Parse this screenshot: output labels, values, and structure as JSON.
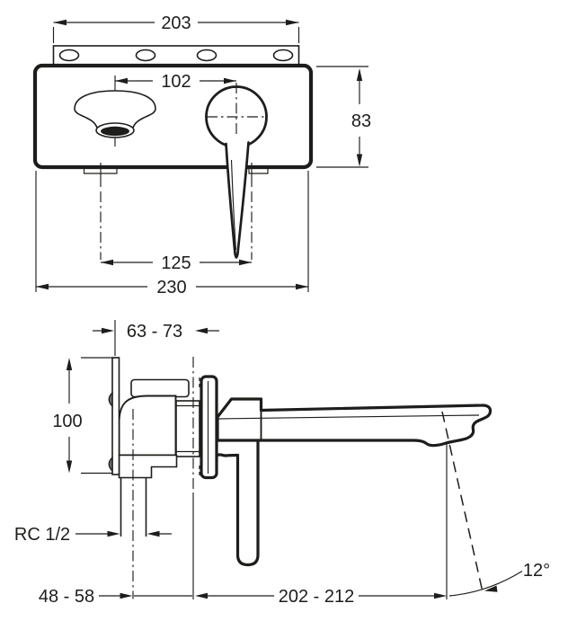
{
  "drawing": {
    "kind": "technical-dimension-drawing",
    "subject": "wall-mounted basin mixer faucet, front view and side view",
    "line_color": "#1d1d1b",
    "background_color": "#ffffff"
  },
  "front_view": {
    "bracket_width": "203",
    "spout_to_handle_spacing": "102",
    "plate_height": "83",
    "connection_spacing": "125",
    "overall_width": "230"
  },
  "side_view": {
    "wall_depth_range": "63 - 73",
    "body_height": "100",
    "inlet_thread": "RC 1/2",
    "inlet_to_wall_range": "48 - 58",
    "spout_reach_range": "202 - 212",
    "stream_angle": "12°"
  }
}
